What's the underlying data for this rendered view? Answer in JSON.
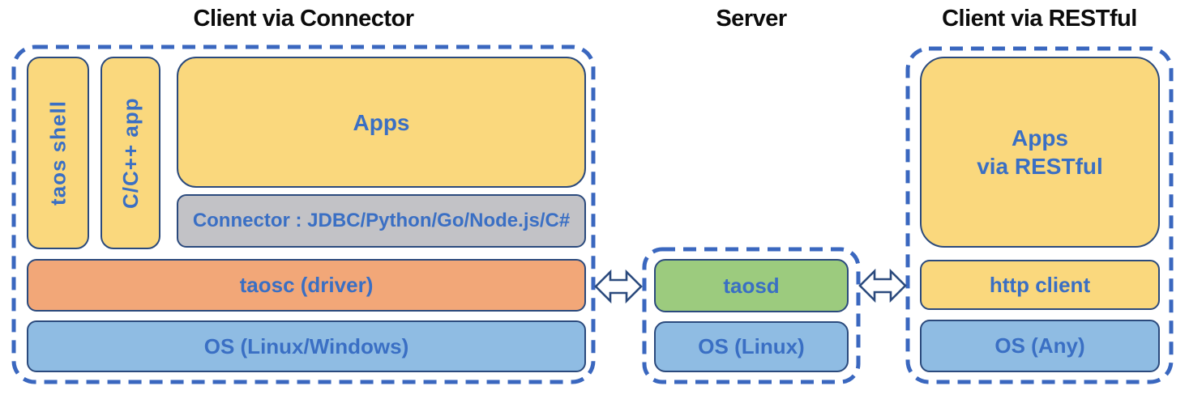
{
  "sections": {
    "connector": {
      "title": "Client via Connector",
      "taos_shell": "taos shell",
      "cpp_app": "C/C++ app",
      "apps": "Apps",
      "connector_bar": "Connector : JDBC/Python/Go/Node.js/C#",
      "taosc": "taosc (driver)",
      "os": "OS (Linux/Windows)"
    },
    "server": {
      "title": "Server",
      "taosd": "taosd",
      "os": "OS (Linux)"
    },
    "restful": {
      "title": "Client via RESTful",
      "apps": "Apps\nvia RESTful",
      "http_client": "http client",
      "os": "OS (Any)"
    }
  },
  "icons": {
    "left_link": "double-headed-arrow",
    "right_link": "double-headed-arrow"
  },
  "colors": {
    "box_yellow": "#fad87d",
    "box_gray": "#c2c2c6",
    "box_orange": "#f2a778",
    "box_blue": "#8fbce3",
    "box_green": "#9ccb7e",
    "box_border_navy": "#2b4a7d",
    "dashed_border_blue": "#3a67bf",
    "label_blue": "#3a6fc4",
    "title_black": "#0c0c0c"
  }
}
